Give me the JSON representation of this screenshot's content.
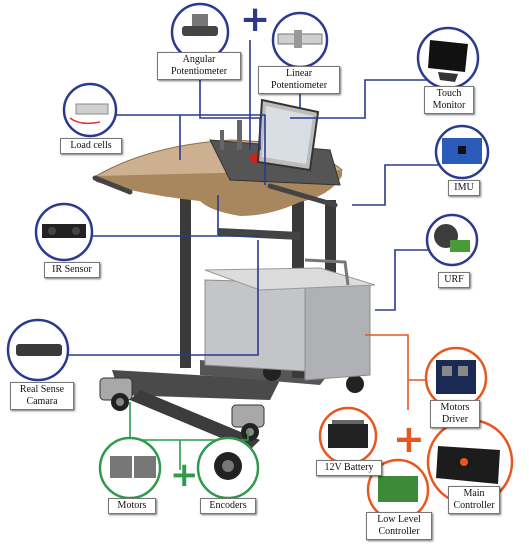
{
  "components": {
    "angular_potentiometer": "Angular\nPotentiometer",
    "linear_potentiometer": "Linear\nPotentiometer",
    "touch_monitor": "Touch\nMonitor",
    "load_cells": "Load cells",
    "imu": "IMU",
    "ir_sensor": "IR Sensor",
    "urf": "URF",
    "real_sense_camera": "Real Sense\nCamara",
    "motors_driver": "Motors\nDriver",
    "battery_12v": "12V Battery",
    "main_controller": "Main\nController",
    "low_level_controller": "Low Level\nController",
    "motors": "Motors",
    "encoders": "Encoders"
  },
  "symbols": {
    "plus": "+"
  },
  "colors": {
    "sensors": "#2b3a8f",
    "power_control": "#e8571f",
    "actuation": "#2e9a4a",
    "frame": "#3a3a3a",
    "tray": "#cdb08f",
    "cabinet": "#b9babe"
  }
}
